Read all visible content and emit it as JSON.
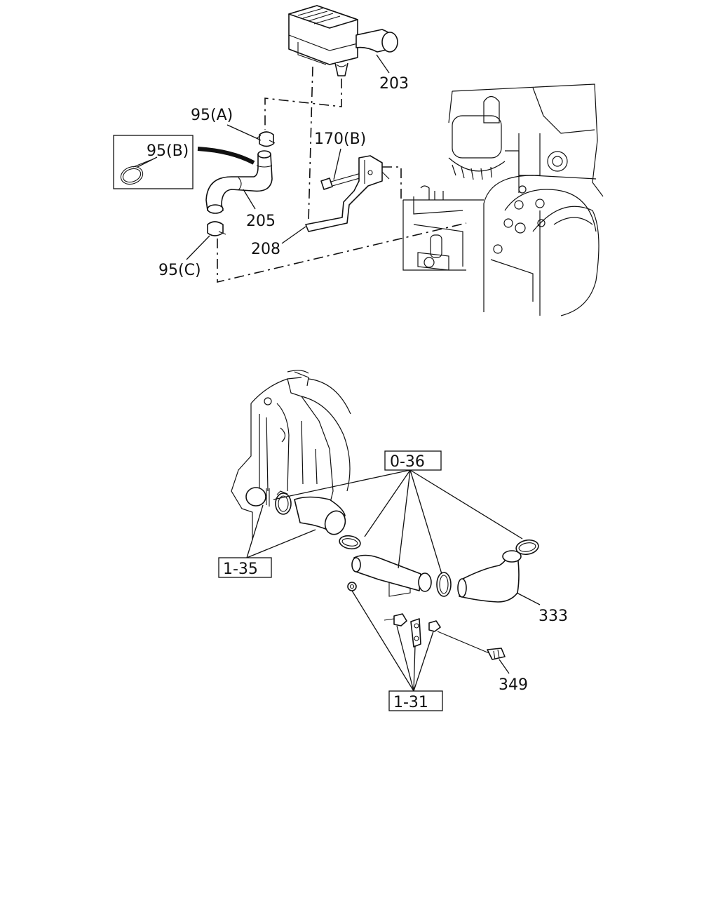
{
  "top_diagram": {
    "callouts": {
      "c203": "203",
      "c95a": "95(A)",
      "c95b": "95(B)",
      "c170b": "170(B)",
      "c205": "205",
      "c208": "208",
      "c95c": "95(C)"
    }
  },
  "bottom_diagram": {
    "callouts": {
      "c036": "0-36",
      "c135": "1-35",
      "c333": "333",
      "c349": "349",
      "c131": "1-31"
    }
  }
}
